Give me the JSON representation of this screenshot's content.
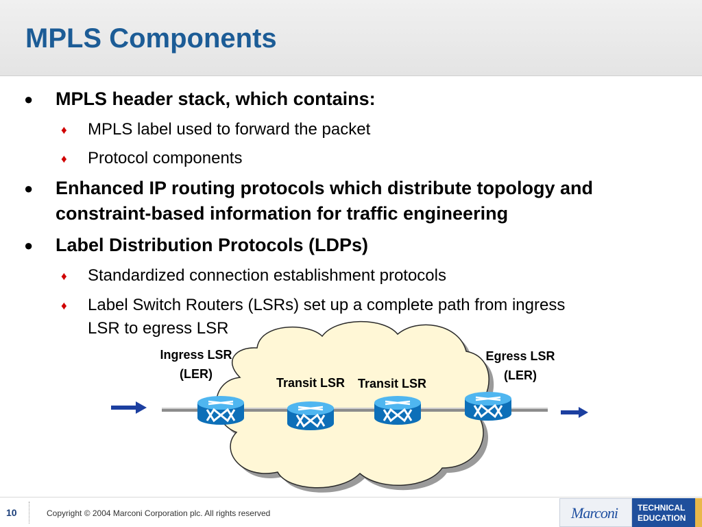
{
  "slide": {
    "title": "MPLS Components"
  },
  "bullets": {
    "b1": "MPLS header stack, which contains:",
    "b1_sub1": "MPLS label used to forward the packet",
    "b1_sub2": "Protocol components",
    "b2_line1": "Enhanced IP routing protocols which distribute topology and",
    "b2_line2": "constraint-based information for traffic engineering",
    "b3": "Label Distribution Protocols (LDPs)",
    "b3_sub1": "Standardized connection establishment protocols",
    "b3_sub2_line1": "Label Switch Routers (LSRs) set up a complete path from ingress",
    "b3_sub2_line2": "LSR to egress LSR"
  },
  "diagram": {
    "ingress_line1": "Ingress LSR",
    "ingress_line2": "(LER)",
    "transit1": "Transit LSR",
    "transit2": "Transit LSR",
    "egress_line1": "Egress LSR",
    "egress_line2": "(LER)",
    "icons": [
      "router-icon",
      "arrow-right-icon"
    ],
    "colors": {
      "router": "#1a8ad8",
      "cloud": "#fff7d6",
      "arrow": "#1c3fa0"
    }
  },
  "footer": {
    "page_number": "10",
    "copyright": "Copyright © 2004 Marconi Corporation plc. All rights reserved",
    "logo_text": "Marconi",
    "tech_line1": "TECHNICAL",
    "tech_line2": "EDUCATION"
  }
}
